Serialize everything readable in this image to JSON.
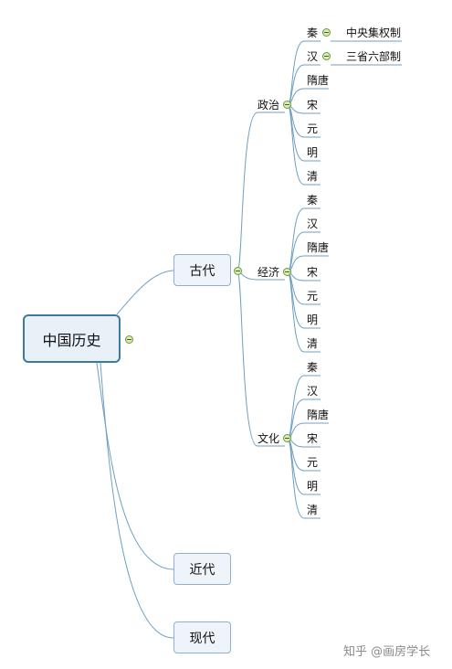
{
  "root": {
    "label": "中国历史"
  },
  "eras": [
    {
      "label": "古代"
    },
    {
      "label": "近代"
    },
    {
      "label": "现代"
    }
  ],
  "ancient_categories": [
    {
      "label": "政治",
      "dynasties": [
        {
          "label": "秦",
          "note": "中央集权制"
        },
        {
          "label": "汉",
          "note": "三省六部制"
        },
        {
          "label": "隋唐"
        },
        {
          "label": "宋"
        },
        {
          "label": "元"
        },
        {
          "label": "明"
        },
        {
          "label": "清"
        }
      ]
    },
    {
      "label": "经济",
      "dynasties": [
        {
          "label": "秦"
        },
        {
          "label": "汉"
        },
        {
          "label": "隋唐"
        },
        {
          "label": "宋"
        },
        {
          "label": "元"
        },
        {
          "label": "明"
        },
        {
          "label": "清"
        }
      ]
    },
    {
      "label": "文化",
      "dynasties": [
        {
          "label": "秦"
        },
        {
          "label": "汉"
        },
        {
          "label": "隋唐"
        },
        {
          "label": "宋"
        },
        {
          "label": "元"
        },
        {
          "label": "明"
        },
        {
          "label": "清"
        }
      ]
    }
  ],
  "watermark": "知乎 @画房学长",
  "colors": {
    "line": "#6f9fbf",
    "root_border": "#3d7aa0",
    "toggle": "#d9ecb8"
  }
}
